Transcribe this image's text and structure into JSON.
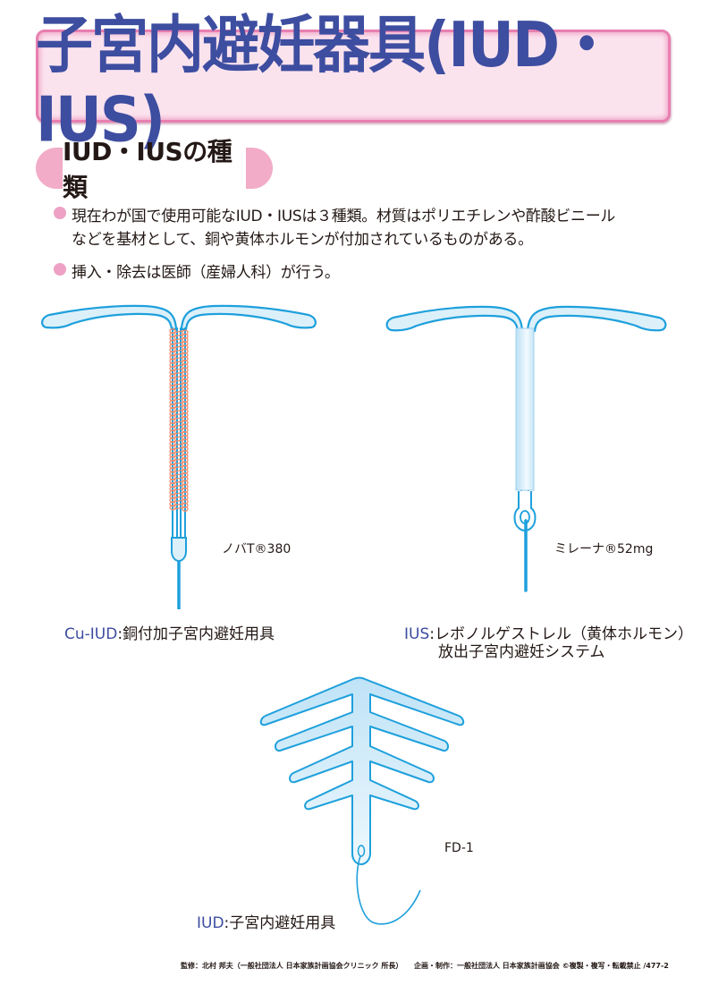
{
  "title": {
    "text": "子宮内避妊器具(IUD・IUS)",
    "text_color": "#3d4da0",
    "background_color": "#fbe3ee",
    "border_color": "#e87fb0"
  },
  "section": {
    "heading": "IUD・IUSの種類",
    "accent_color": "#f2acc8"
  },
  "bullets": [
    {
      "lines": [
        "現在わが国で使用可能なIUD・IUSは３種類。材質はポリエチレンや酢酸ビニール",
        "などを基材として、銅や黄体ホルモンが付加されているものがある。"
      ]
    },
    {
      "lines": [
        "挿入・除去は医師（産婦人科）が行う。"
      ]
    }
  ],
  "devices": [
    {
      "id": "cu-iud",
      "product_label": "ノバT®380",
      "caption_code": "Cu-IUD",
      "caption_separator": ":",
      "caption_lines": [
        "銅付加子宮内避妊用具"
      ],
      "icon": "t-shaped-copper-iud-icon"
    },
    {
      "id": "ius",
      "product_label": "ミレーナ®52mg",
      "caption_code": "IUS",
      "caption_separator": ":",
      "caption_lines": [
        "レボノルゲストレル（黄体ホルモン）",
        "放出子宮内避妊システム"
      ],
      "icon": "t-shaped-hormonal-ius-icon"
    },
    {
      "id": "fd-1",
      "product_label": "FD-1",
      "caption_code": "IUD",
      "caption_separator": ":",
      "caption_lines": [
        "子宮内避妊用具"
      ],
      "icon": "fishbone-iud-icon"
    }
  ],
  "colors": {
    "device_outline": "#1ea0dc",
    "device_fill": "#dcf0fa",
    "copper_coil": "#ee8a6a",
    "code_text": "#3d4da0"
  },
  "footer": {
    "supervisor": "監修：北村 邦夫（一般社団法人 日本家族計画協会クリニック 所長）",
    "producer": "企画・制作：一般社団法人 日本家族計画協会 ©複製・複写・転載禁止 /477-2"
  }
}
